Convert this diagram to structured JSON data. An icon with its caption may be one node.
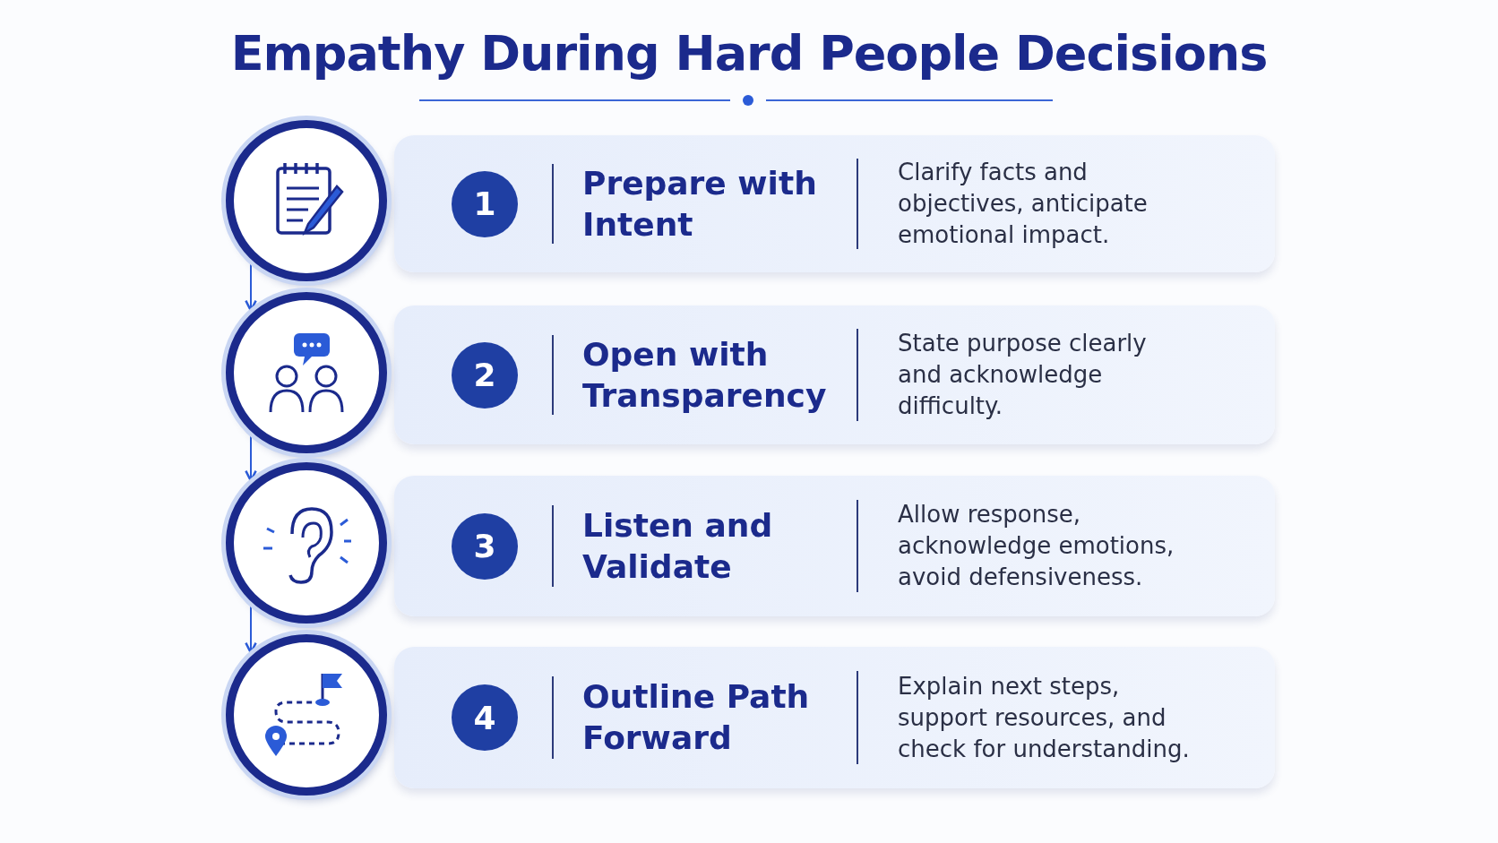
{
  "diagram": {
    "title": "Empathy During Hard People Decisions",
    "nodes": [
      {
        "text": [],
        "shape": "circle"
      },
      {
        "text": [
          "1",
          "Prepare with Intent",
          "Clarify facts and objectives, anticipate emotional impact."
        ]
      },
      {
        "text": [],
        "shape": "circle"
      },
      {
        "text": [
          "2",
          "Open with Transparency",
          "State purpose clearly and acknowledge difficulty."
        ]
      },
      {
        "text": [],
        "shape": "circle"
      },
      {
        "text": [
          "3",
          "Listen and Validate",
          "Allow response, acknowledge emotions, avoid defensiveness."
        ]
      },
      {
        "text": [],
        "shape": "circle"
      },
      {
        "text": [
          "4",
          "Outline Path Forward",
          "Explain next steps, support resources, and check for understanding."
        ]
      }
    ],
    "edges": [
      {
        "from": 0,
        "to": 2,
        "arrow": "to"
      },
      {
        "from": 2,
        "to": 4,
        "arrow": "to"
      },
      {
        "from": 4,
        "to": 6,
        "arrow": "to"
      }
    ]
  }
}
